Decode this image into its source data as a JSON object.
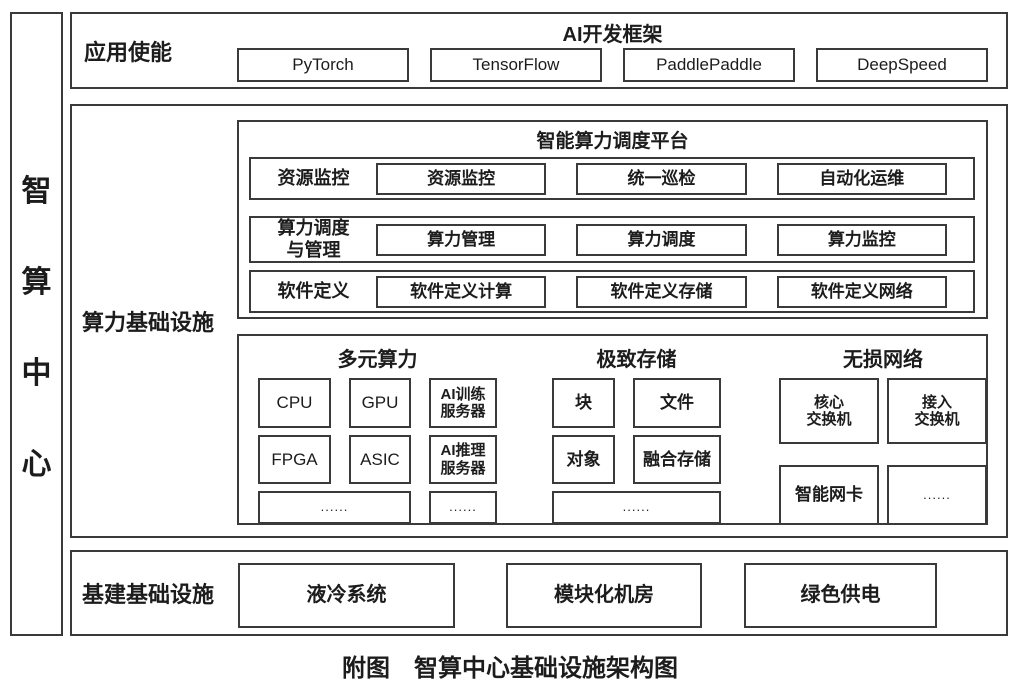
{
  "colors": {
    "border": "#3a3a3a",
    "text": "#1c1c1c",
    "background": "#ffffff"
  },
  "left_bar": {
    "chars": [
      "智",
      "算",
      "中",
      "心"
    ]
  },
  "top_section": {
    "label": "应用使能",
    "title": "AI开发框架",
    "frameworks": [
      "PyTorch",
      "TensorFlow",
      "PaddlePaddle",
      "DeepSpeed"
    ]
  },
  "middle_section": {
    "label": "算力基础设施",
    "platform": {
      "title": "智能算力调度平台",
      "rows": [
        {
          "label": "资源监控",
          "items": [
            "资源监控",
            "统一巡检",
            "自动化运维"
          ]
        },
        {
          "label": "算力调度\n与管理",
          "items": [
            "算力管理",
            "算力调度",
            "算力监控"
          ]
        },
        {
          "label": "软件定义",
          "items": [
            "软件定义计算",
            "软件定义存储",
            "软件定义网络"
          ]
        }
      ]
    },
    "hardware": {
      "compute": {
        "title": "多元算力",
        "row1": [
          "CPU",
          "GPU",
          "AI训练\n服务器"
        ],
        "row2": [
          "FPGA",
          "ASIC",
          "AI推理\n服务器"
        ],
        "dots_wide": "......",
        "dots": "......"
      },
      "storage": {
        "title": "极致存储",
        "row1": [
          "块",
          "文件"
        ],
        "row2": [
          "对象",
          "融合存储"
        ],
        "dots": "......"
      },
      "network": {
        "title": "无损网络",
        "row1": [
          "核心\n交换机",
          "接入\n交换机"
        ],
        "row2": [
          "智能网卡",
          "......"
        ]
      }
    }
  },
  "bottom_section": {
    "label": "基建基础设施",
    "items": [
      "液冷系统",
      "模块化机房",
      "绿色供电"
    ]
  },
  "figure": {
    "caption": "附图　智算中心基础设施架构图"
  }
}
